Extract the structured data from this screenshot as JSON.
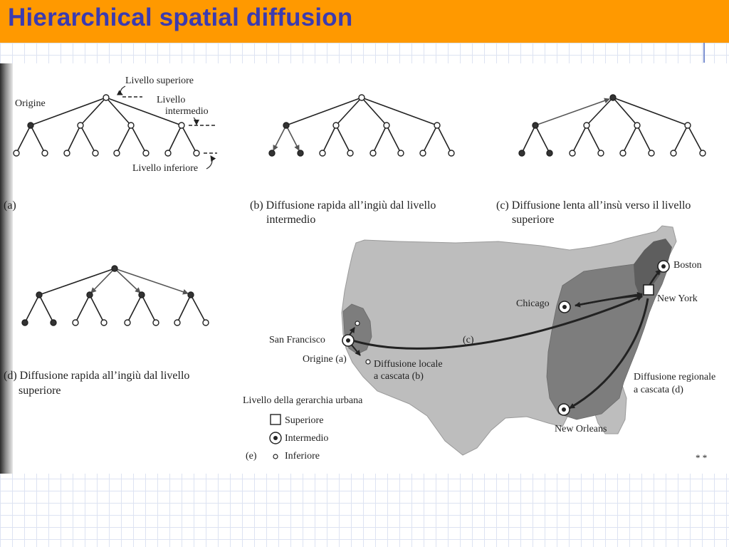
{
  "slide": {
    "title": "Hierarchical spatial diffusion",
    "colors": {
      "title_bar": "#ff9900",
      "title_text": "#3b3bb0"
    }
  },
  "diagram_a": {
    "letter": "(a)",
    "origin_label": "Origine",
    "upper_level_label": "Livello superiore",
    "intermediate_level_label_line1": "Livello",
    "intermediate_level_label_line2": "intermedio",
    "lower_level_label": "Livello inferiore"
  },
  "diagram_b": {
    "caption_line1": "(b) Diffusione rapida all’ingiù dal livello",
    "caption_line2": "intermedio"
  },
  "diagram_c": {
    "caption_line1": "(c) Diffusione lenta all’insù verso il livello",
    "caption_line2": "superiore"
  },
  "diagram_d": {
    "caption_line1": "(d) Diffusione rapida all’ingiù dal livello",
    "caption_line2": "superiore"
  },
  "map_e": {
    "cities": {
      "boston": "Boston",
      "new_york": "New York",
      "chicago": "Chicago",
      "san_francisco": "San Francisco",
      "new_orleans": "New Orleans"
    },
    "annotations": {
      "origin": "Origine (a)",
      "local_line1": "Diffusione locale",
      "local_line2": "a cascata (b)",
      "c_label": "(c)",
      "regional_line1": "Diffusione regionale",
      "regional_line2": "a cascata (d)"
    },
    "legend": {
      "title": "Livello della gerarchia urbana",
      "upper": "Superiore",
      "intermediate": "Intermedio",
      "lower": "Inferiore",
      "letter": "(e)"
    },
    "footnote": "* *"
  }
}
